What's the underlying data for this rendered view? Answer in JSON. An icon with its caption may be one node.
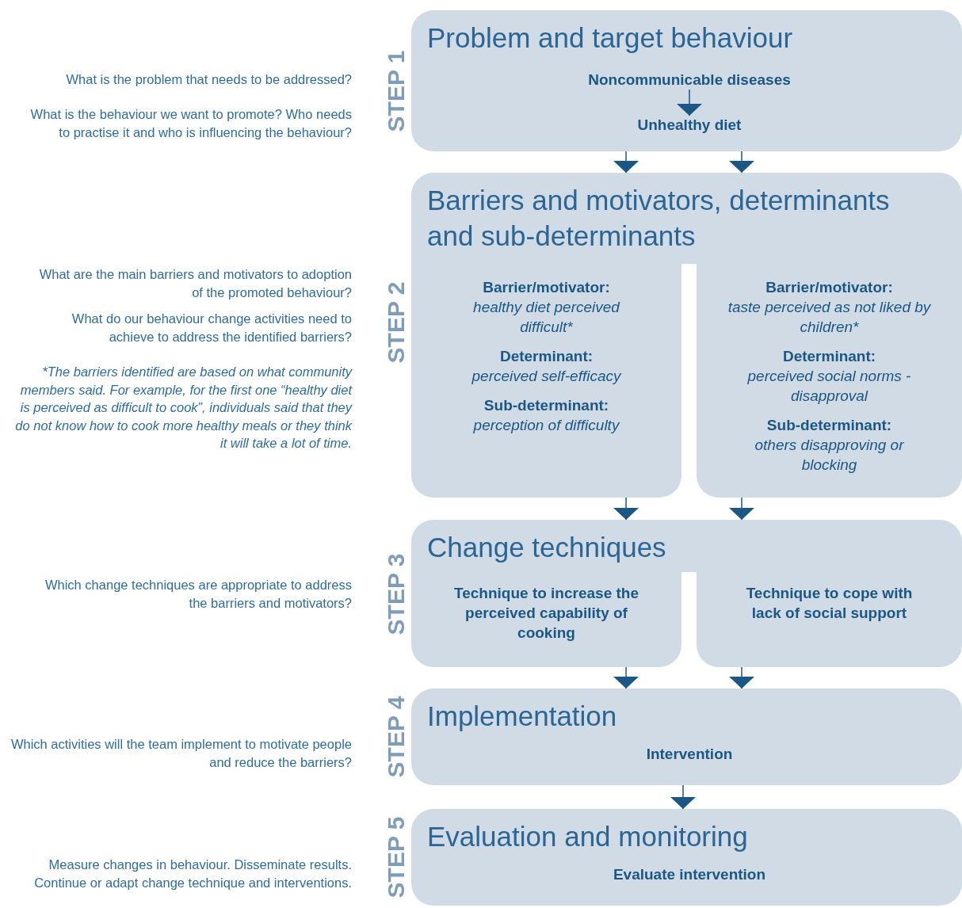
{
  "diagram": {
    "nodes": [
      {
        "text": [
          "Problem and target behaviour"
        ],
        "beside": [
          "STEP 1"
        ]
      },
      {
        "text": [
          "Noncommunicable diseases"
        ],
        "in": 0
      },
      {
        "text": [
          "Unhealthy diet"
        ],
        "in": 0
      },
      {
        "text": [
          "Barriers and motivators, determinants and sub-determinants"
        ],
        "beside": [
          "STEP 2"
        ]
      },
      {
        "text": [
          "Barrier/motivator:",
          "healthy diet perceived difficult*",
          "Determinant:",
          "perceived self-efficacy",
          "Sub-determinant:",
          "perception of difficulty"
        ],
        "in": 3
      },
      {
        "text": [
          "Barrier/motivator:",
          "taste perceived as not liked by children*",
          "Determinant:",
          "perceived social norms - disapproval",
          "Sub-determinant:",
          "others disapproving or blocking"
        ],
        "in": 3
      },
      {
        "text": [
          "Change techniques"
        ],
        "beside": [
          "STEP 3"
        ]
      },
      {
        "text": [
          "Technique to increase the perceived capability of cooking"
        ],
        "in": 6
      },
      {
        "text": [
          "Technique to cope with lack of social support"
        ],
        "in": 6
      },
      {
        "text": [
          "Implementation"
        ],
        "beside": [
          "STEP 4"
        ]
      },
      {
        "text": [
          "Intervention"
        ],
        "in": 9
      },
      {
        "text": [
          "Evaluation and monitoring"
        ],
        "beside": [
          "STEP 5"
        ]
      },
      {
        "text": [
          "Evaluate intervention"
        ],
        "in": 11
      }
    ],
    "edges": [
      {
        "from": 1,
        "to": 2,
        "arrow": "to"
      },
      {
        "from": 0,
        "to": 3,
        "arrow": "to"
      },
      {
        "from": 0,
        "to": 3,
        "arrow": "to"
      },
      {
        "from": 3,
        "to": 6,
        "arrow": "to"
      },
      {
        "from": 3,
        "to": 6,
        "arrow": "to"
      },
      {
        "from": 6,
        "to": 9,
        "arrow": "to"
      },
      {
        "from": 6,
        "to": 9,
        "arrow": "to"
      },
      {
        "from": 9,
        "to": 11,
        "arrow": "to"
      }
    ],
    "labels": [
      "What is the problem that needs to be addressed?",
      "What is the behaviour we want to promote? Who needs to practise it and who is influencing the behaviour?",
      "What are the main barriers and motivators to adoption of the promoted behaviour?",
      "What do our behaviour change activities need to achieve to address the identified barriers?",
      "*The barriers identified are based on what community members said. For example, for the first one “healthy diet is perceived as difficult to cook”, individuals said that they do not know how to cook more healthy meals or they think it will take a lot of time.",
      "Which change techniques are appropriate to address the barriers and motivators?",
      "Which activities will the team implement to motivate people and reduce the barriers?",
      "Measure changes in behaviour. Disseminate results. Continue or adapt change technique and interventions."
    ]
  }
}
